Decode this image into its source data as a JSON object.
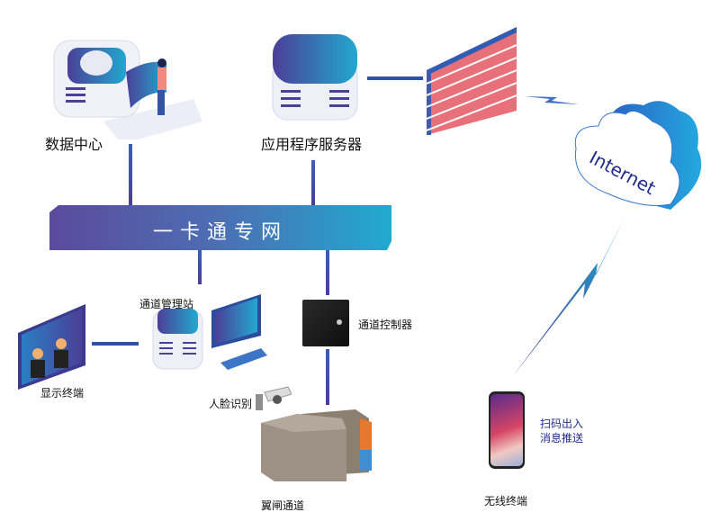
{
  "diagram": {
    "title": "一卡通专网",
    "nodes": {
      "data_center": {
        "label": "数据中心",
        "icon": "data-center-icon"
      },
      "app_server": {
        "label": "应用程序服务器",
        "icon": "server-icon"
      },
      "firewall": {
        "icon": "firewall-icon"
      },
      "internet": {
        "label": "Internet",
        "icon": "cloud-icon"
      },
      "channel_station": {
        "label": "通道管理站",
        "icon": "workstation-icon"
      },
      "display": {
        "label": "显示终端",
        "icon": "display-icon"
      },
      "controller": {
        "label": "通道控制器",
        "icon": "controller-icon"
      },
      "face_recognition": {
        "label": "人脸识别",
        "icon": "camera-icon"
      },
      "gate": {
        "label": "翼闸通道",
        "icon": "turnstile-icon"
      },
      "mobile": {
        "label": "无线终端",
        "icon": "phone-icon"
      }
    },
    "mobile_features": [
      "扫码出入",
      "消息推送"
    ],
    "colors": {
      "accent": "#2f52a8",
      "bus_start": "#5b4a9d",
      "bus_end": "#20aad1",
      "feature_text": "#1f2c8c",
      "brick": "#e8707a"
    }
  }
}
